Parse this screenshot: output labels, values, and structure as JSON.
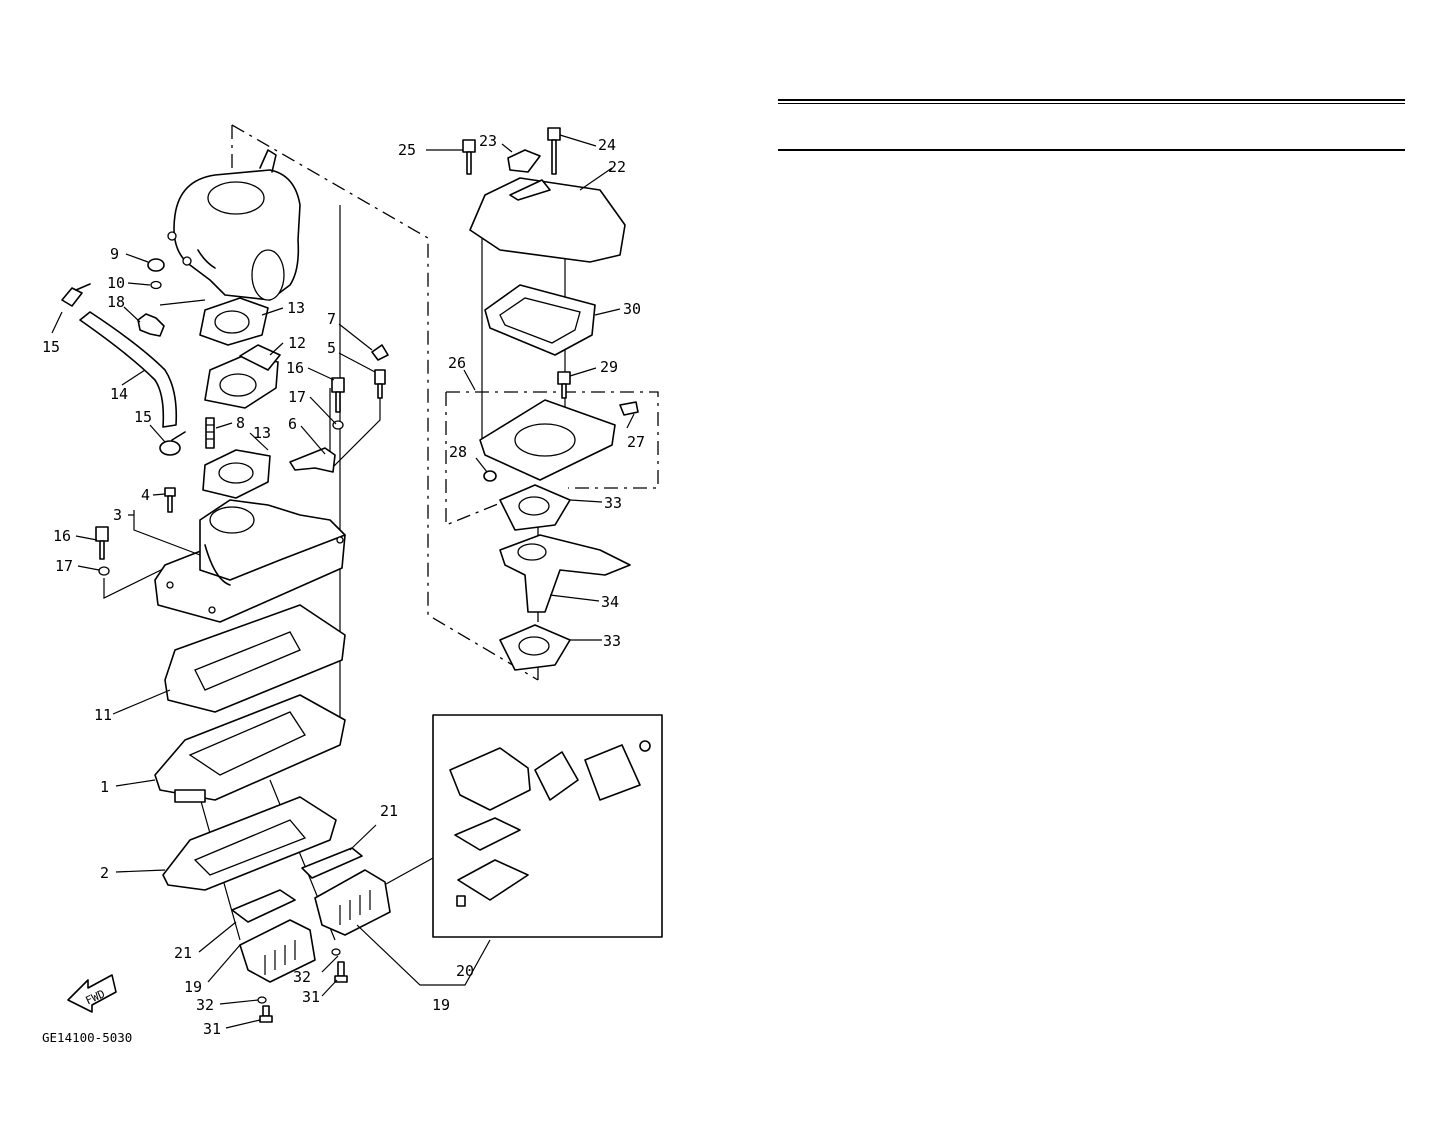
{
  "diagram_code": "GE14100-5030",
  "fwd_mark": "FWD",
  "callouts": {
    "c1": "1",
    "c2": "2",
    "c3": "3",
    "c4": "4",
    "c5": "5",
    "c6": "6",
    "c7": "7",
    "c8": "8",
    "c9": "9",
    "c10": "10",
    "c11": "11",
    "c12": "12",
    "c13a": "13",
    "c13b": "13",
    "c14": "14",
    "c15a": "15",
    "c15b": "15",
    "c16a": "16",
    "c16b": "16",
    "c17a": "17",
    "c17b": "17",
    "c18": "18",
    "c19a": "19",
    "c19b": "19",
    "c20": "20",
    "c21a": "21",
    "c21b": "21",
    "c22": "22",
    "c23": "23",
    "c24": "24",
    "c25": "25",
    "c26": "26",
    "c27": "27",
    "c28": "28",
    "c29": "29",
    "c30": "30",
    "c31a": "31",
    "c31b": "31",
    "c32a": "32",
    "c32b": "32",
    "c33a": "33",
    "c33b": "33",
    "c34": "34"
  },
  "parts_table": {
    "rows": []
  }
}
